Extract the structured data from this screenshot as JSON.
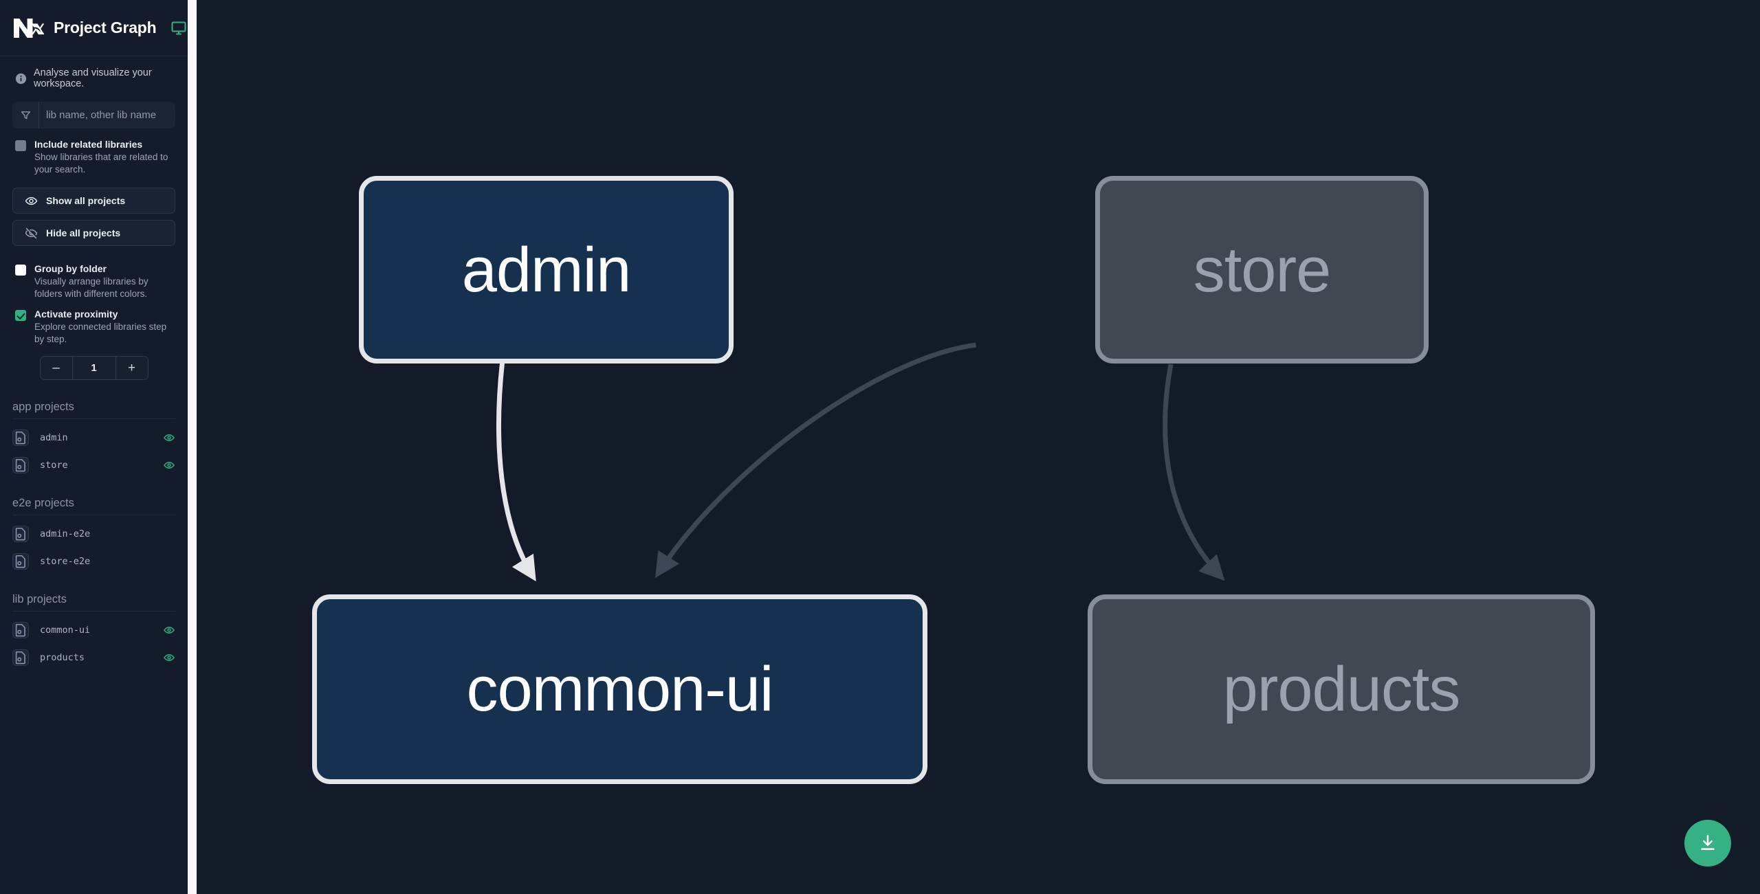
{
  "header": {
    "logo_alt": "Nx",
    "title": "Project Graph",
    "monitor_icon": "monitor-icon"
  },
  "tagline": "Analyse and visualize your workspace.",
  "search": {
    "placeholder": "lib name, other lib name",
    "value": "",
    "icon": "filter-funnel-icon"
  },
  "options": {
    "include_related": {
      "label": "Include related libraries",
      "description": "Show libraries that are related to your search.",
      "checked": false
    },
    "group_by_folder": {
      "label": "Group by folder",
      "description": "Visually arrange libraries by folders with different colors.",
      "checked": false
    },
    "activate_proximity": {
      "label": "Activate proximity",
      "description": "Explore connected libraries step by step.",
      "checked": true
    }
  },
  "buttons": {
    "show_all": {
      "label": "Show all projects",
      "icon": "eye-icon"
    },
    "hide_all": {
      "label": "Hide all projects",
      "icon": "eye-off-icon"
    }
  },
  "stepper": {
    "decrement_label": "–",
    "value": "1",
    "increment_label": "+"
  },
  "project_groups": [
    {
      "title": "app projects",
      "projects": [
        {
          "name": "admin",
          "visible": true
        },
        {
          "name": "store",
          "visible": true
        }
      ]
    },
    {
      "title": "e2e projects",
      "projects": [
        {
          "name": "admin-e2e",
          "visible": false
        },
        {
          "name": "store-e2e",
          "visible": false
        }
      ]
    },
    {
      "title": "lib projects",
      "projects": [
        {
          "name": "common-ui",
          "visible": true
        },
        {
          "name": "products",
          "visible": true
        }
      ]
    }
  ],
  "graph": {
    "nodes": [
      {
        "id": "admin",
        "label": "admin",
        "state": "active"
      },
      {
        "id": "store",
        "label": "store",
        "state": "dim"
      },
      {
        "id": "common-ui",
        "label": "common-ui",
        "state": "active"
      },
      {
        "id": "products",
        "label": "products",
        "state": "dim"
      }
    ],
    "edges": [
      {
        "from": "admin",
        "to": "common-ui",
        "state": "active"
      },
      {
        "from": "store",
        "to": "common-ui",
        "state": "dim"
      },
      {
        "from": "store",
        "to": "products",
        "state": "dim"
      }
    ]
  },
  "fab": {
    "label": "download-image-button",
    "icon": "download-icon"
  },
  "colors": {
    "accent_green": "#35b183",
    "canvas_bg": "#131a28",
    "sidebar_bg": "#141c2b",
    "node_active_fill": "#16304f",
    "node_active_border": "#e4e6e9",
    "node_dim_fill": "#414852",
    "node_dim_border": "#858e99",
    "edge_active": "#e4e6e9",
    "edge_dim": "#3d4654"
  }
}
